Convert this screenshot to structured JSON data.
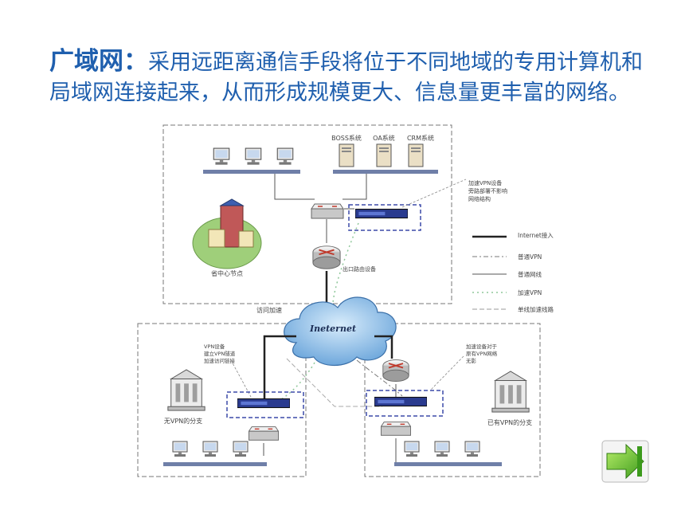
{
  "heading": {
    "term": "广域网：",
    "body": "采用远距离通信手段将位于不同地域的专用计算机和局域网连接起来，从而形成规模更大、信息量更丰富的网络。"
  },
  "diagram": {
    "servers": [
      "BOSS系统",
      "OA系统",
      "CRM系统"
    ],
    "hq_label": "省中心节点",
    "router_note": "出口路由设备",
    "vpn_note_hq": [
      "加速VPN设备",
      "旁路部署不影响",
      "网络结构"
    ],
    "access_label": "访问加速",
    "cloud_label": "Ineternet",
    "branch_left_note": [
      "VPN设备",
      "建立VPN隧道",
      "加速访问链接"
    ],
    "branch_left_label": "无VPN的分支",
    "branch_right_note": [
      "加速设备对于",
      "原有VPN网络",
      "无影"
    ],
    "branch_right_label": "已有VPN的分支"
  },
  "legend": [
    {
      "label": "Internet接入",
      "style": "thick"
    },
    {
      "label": "普通VPN",
      "style": "dashdot"
    },
    {
      "label": "普通网线",
      "style": "thin"
    },
    {
      "label": "加速VPN",
      "style": "green-dot"
    },
    {
      "label": "单线加速线路",
      "style": "dash"
    }
  ],
  "colors": {
    "title": "#1f5fae",
    "cloud": "#7fb7e6",
    "vpn_box": "#2a3b8f",
    "next_button": "#4caf2a"
  },
  "icons": {
    "next": "next-arrow-icon"
  }
}
